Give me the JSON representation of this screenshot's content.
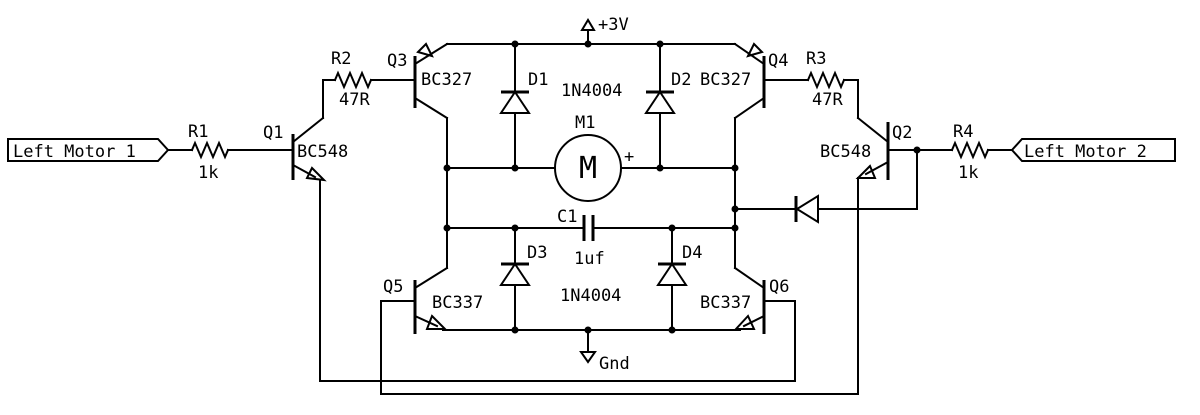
{
  "ports": {
    "left": "Left Motor 1",
    "right": "Left Motor 2"
  },
  "power": {
    "vcc": "+3V",
    "gnd": "Gnd"
  },
  "resistors": {
    "r1": {
      "ref": "R1",
      "value": "1k"
    },
    "r2": {
      "ref": "R2",
      "value": "47R"
    },
    "r3": {
      "ref": "R3",
      "value": "47R"
    },
    "r4": {
      "ref": "R4",
      "value": "1k"
    }
  },
  "transistors": {
    "q1": {
      "ref": "Q1",
      "part": "BC548"
    },
    "q2": {
      "ref": "Q2",
      "part": "BC548"
    },
    "q3": {
      "ref": "Q3",
      "part": "BC327"
    },
    "q4": {
      "ref": "Q4",
      "part": "BC327"
    },
    "q5": {
      "ref": "Q5",
      "part": "BC337"
    },
    "q6": {
      "ref": "Q6",
      "part": "BC337"
    }
  },
  "diodes": {
    "d1": "D1",
    "d2": "D2",
    "d3": "D3",
    "d4": "D4",
    "part_top": "1N4004",
    "part_bottom": "1N4004"
  },
  "motor": {
    "ref": "M1",
    "symbol": "M",
    "polarity": "+"
  },
  "capacitor": {
    "ref": "C1",
    "value": "1uf"
  }
}
